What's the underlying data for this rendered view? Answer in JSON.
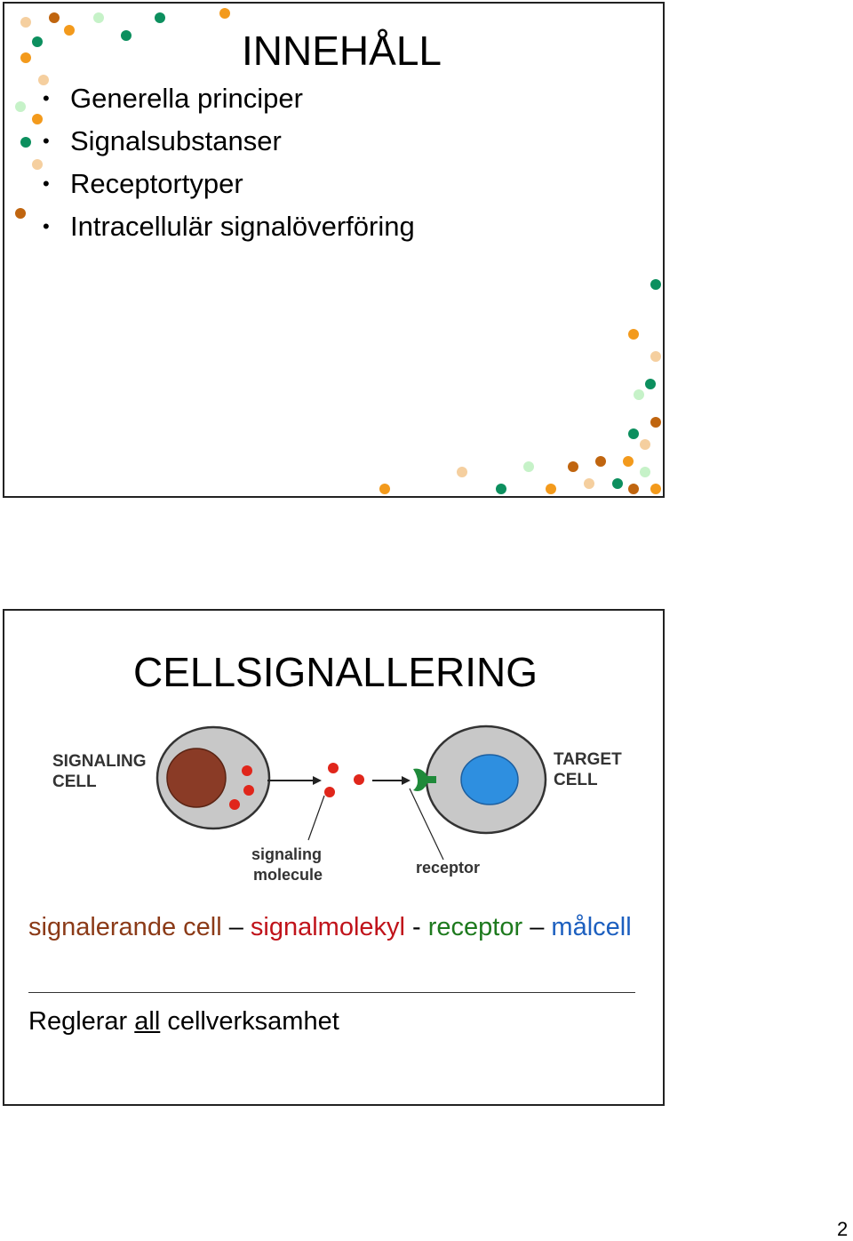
{
  "slide1": {
    "title": "INNEHÅLL",
    "bullets": [
      "Generella principer",
      "Signalsubstanser",
      "Receptortyper",
      "Intracellulär signalöverföring"
    ],
    "bullet_glyph": "•"
  },
  "slide2": {
    "title": "CELLSIGNALLERING",
    "figure": {
      "signaling_cell_label_1": "SIGNALING",
      "signaling_cell_label_2": "CELL",
      "target_cell_label_1": "TARGET",
      "target_cell_label_2": "CELL",
      "molecule_label_1": "signaling",
      "molecule_label_2": "molecule",
      "receptor_label": "receptor"
    },
    "legend": {
      "signaling_cell": "signalerande cell",
      "dash1": " – ",
      "molecule": "signalmolekyl",
      "dash2": " - ",
      "receptor": "receptor",
      "dash3": " – ",
      "target": "målcell"
    },
    "footer": {
      "prefix": "Reglerar ",
      "underlined": "all",
      "suffix": " cellverksamhet"
    }
  },
  "page_number": "2",
  "colors": {
    "dot_orange": "#f39a1c",
    "dot_brown": "#c0650f",
    "dot_green": "#0c8f5e",
    "dot_peach": "#f5cf9f",
    "dot_mint": "#c6f2c8",
    "legend_brown": "#8b3a17",
    "legend_red": "#c0131a",
    "legend_green": "#1e7a1e",
    "legend_blue": "#1c5fbf"
  }
}
